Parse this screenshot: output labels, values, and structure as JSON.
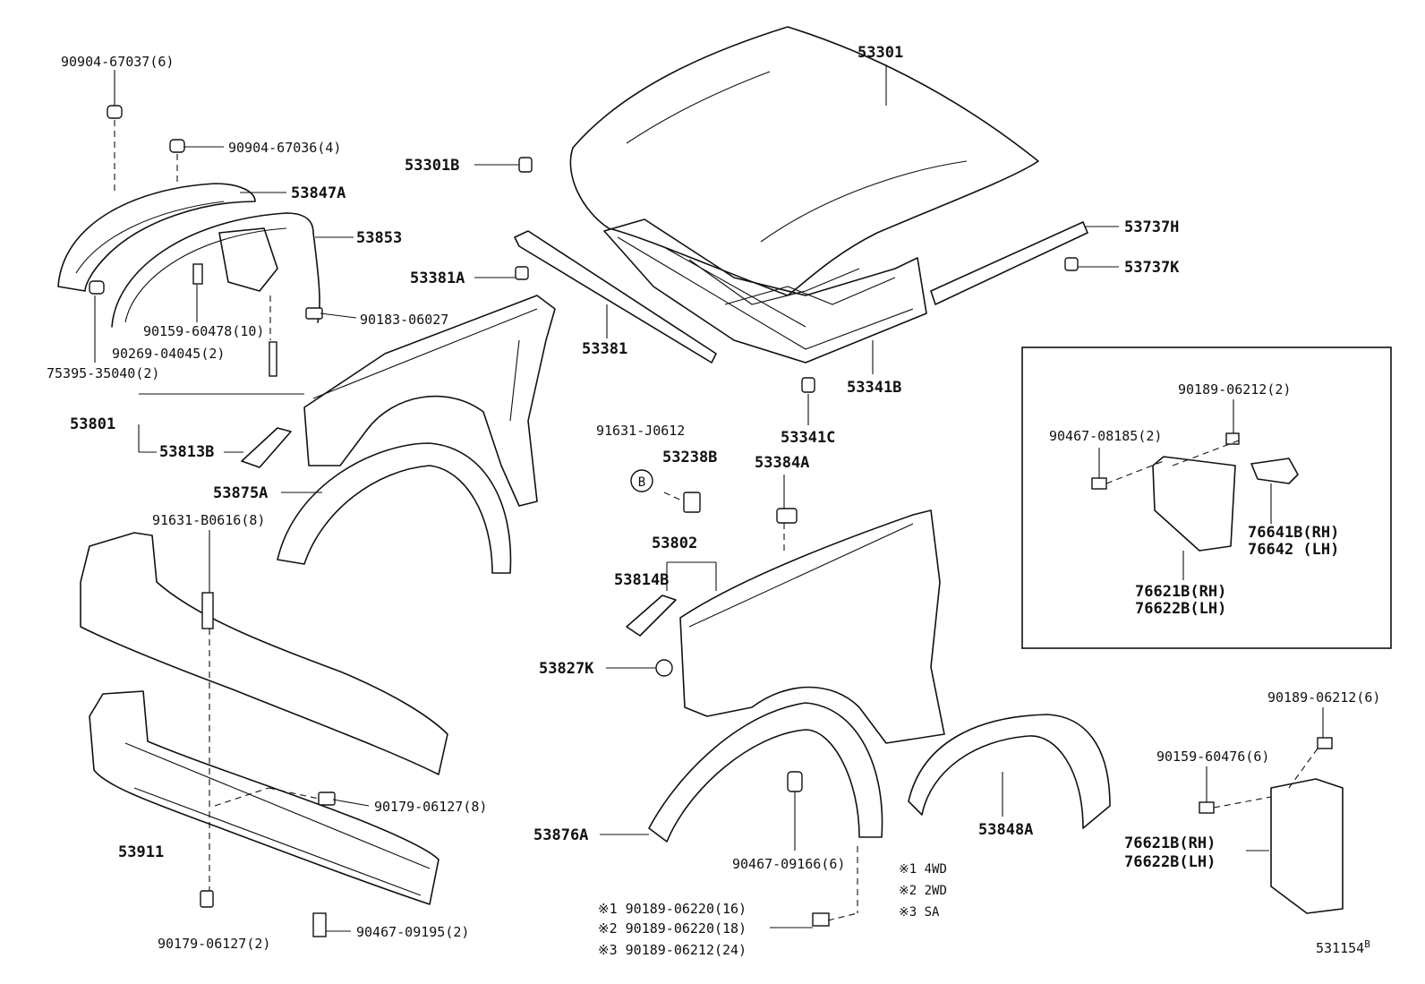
{
  "labels": {
    "p90904_67037": "90904-67037(6)",
    "p90904_67036": "90904-67036(4)",
    "p53847A": "53847A",
    "p53853": "53853",
    "p90159_60478": "90159-60478(10)",
    "p90183_06027": "90183-06027",
    "p90269_04045": "90269-04045(2)",
    "p75395_35040": "75395-35040(2)",
    "p53801": "53801",
    "p53813B": "53813B",
    "p53875A": "53875A",
    "p91631_B0616": "91631-B0616(8)",
    "p53911": "53911",
    "p90179_06127_8": "90179-06127(8)",
    "p90179_06127_2": "90179-06127(2)",
    "p90467_09195": "90467-09195(2)",
    "p53301": "53301",
    "p53301B": "53301B",
    "p53381A": "53381A",
    "p53381": "53381",
    "p53341B": "53341B",
    "p53341C": "53341C",
    "p53737H": "53737H",
    "p53737K": "53737K",
    "p91631_J0612": "91631-J0612",
    "b_marker": "B",
    "p53238B": "53238B",
    "p53384A": "53384A",
    "p53802": "53802",
    "p53814B": "53814B",
    "p53827K": "53827K",
    "p53876A": "53876A",
    "p90467_09166": "90467-09166(6)",
    "p53848A": "53848A",
    "inset_90189_06212": "90189-06212(2)",
    "inset_90467_08185": "90467-08185(2)",
    "inset_76641B": "76641B(RH)",
    "inset_76642": "76642  (LH)",
    "inset_76621B": "76621B(RH)",
    "inset_76622B": "76622B(LH)",
    "p90189_06212_6": "90189-06212(6)",
    "p90159_60476": "90159-60476(6)",
    "p76621B": "76621B(RH)",
    "p76622B": "76622B(LH)",
    "note1_part": "※1 90189-06220(16)",
    "note2_part": "※2 90189-06220(18)",
    "note3_part": "※3 90189-06212(24)",
    "legend1": "※1  4WD",
    "legend2": "※2  2WD",
    "legend3": "※3  SA",
    "ref_number": "531154",
    "ref_suffix": "B"
  },
  "icons": [
    "clip-icon",
    "bolt-icon",
    "grommet-icon",
    "screw-icon"
  ]
}
